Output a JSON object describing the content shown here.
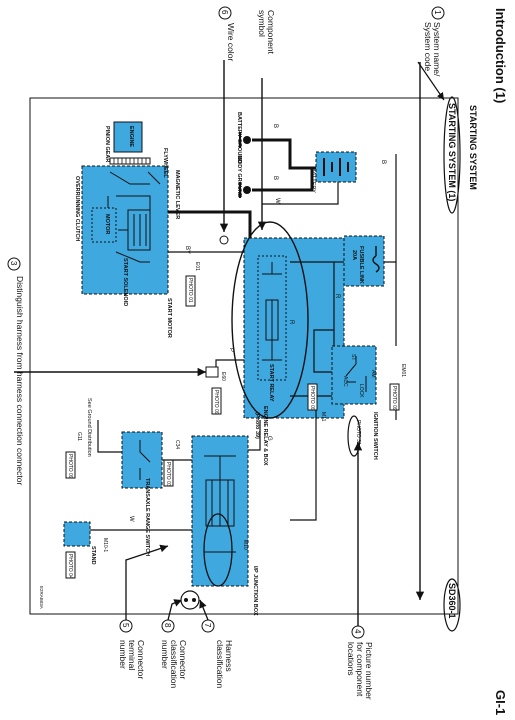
{
  "page": {
    "title": "Introduction (1)",
    "page_number": "GI-1"
  },
  "header": {
    "title": "STARTING SYSTEM",
    "system_box": "STARTING SYSTEM (1)",
    "code": "SD360-1"
  },
  "legend": {
    "n1": "1",
    "l1a": "System name/",
    "l1b": "System code",
    "n2": "2",
    "l2a": "Component",
    "l2b": "symbol",
    "n3": "3",
    "l3": "Distinguish harness from harness connection connector",
    "n4": "4",
    "l4a": "Picture number",
    "l4b": "for component",
    "l4c": "locations",
    "n5": "5",
    "l5a": "Connector",
    "l5b": "terminal",
    "l5c": "number",
    "n6": "6",
    "l6": "Wire color",
    "n7": "7",
    "l7a": "Harness",
    "l7b": "classification",
    "n8": "8",
    "l8a": "Connector",
    "l8b": "classification",
    "l8c": "number"
  },
  "components": {
    "battery": "BATTERY",
    "battery_ground": "BATTERY GROUND",
    "body_ground": "BODY GROUND",
    "flywheel": "FLYWHEEL",
    "engine": "ENGINE",
    "pinion_gear": "PINION GEAR",
    "magnetic_lever": "MAGNETIC LEVER",
    "overrunning_clutch": "OVERRUNNING CLUTCH",
    "motor": "MOTOR",
    "start_solenoid": "START SOLENOID",
    "start_motor": "START MOTOR",
    "fusible_link": "FUSIBLE LINK",
    "fusible_value": "20A",
    "start_relay": "START RELAY",
    "relay_box": "ENGINE RELAY & BOX",
    "relay_ref": "(Photo 39)",
    "ignition_switch": "IGNITION SWITCH",
    "ig_am": "AM",
    "ig_st": "ST",
    "ig_acc": "ACC",
    "ig_lock": "LOCK",
    "transaxle": "TRANSAXLE RANGE SWITCH",
    "junction_box": "I/P JUNCTION BOX",
    "stand": "STAND",
    "see_ground": "See Ground Distribution",
    "fig_id": "E2RAB03A"
  },
  "connectors": {
    "e01": "E01",
    "photo_e01": "PHOTO 01",
    "e60": "E60",
    "photo_e60": "PHOTO 09",
    "em01": "EM01",
    "photo_em01": "PHOTO 09",
    "m11": "M11",
    "photo_m11": "PHOTO 09",
    "photo_ig": "PHOTO 31",
    "c34": "C34",
    "photo_c34": "PHOTO 03",
    "g11": "G11",
    "photo_g11": "PHOTO 09",
    "mb01": "MB01",
    "mb01b": "M10-1",
    "photo_mb01": "PHOTO 04",
    "m10": "M10",
    "ng": "NG"
  },
  "wires": {
    "b": "B",
    "w": "W",
    "by": "BY",
    "r": "R",
    "p": "P",
    "g": "G"
  }
}
